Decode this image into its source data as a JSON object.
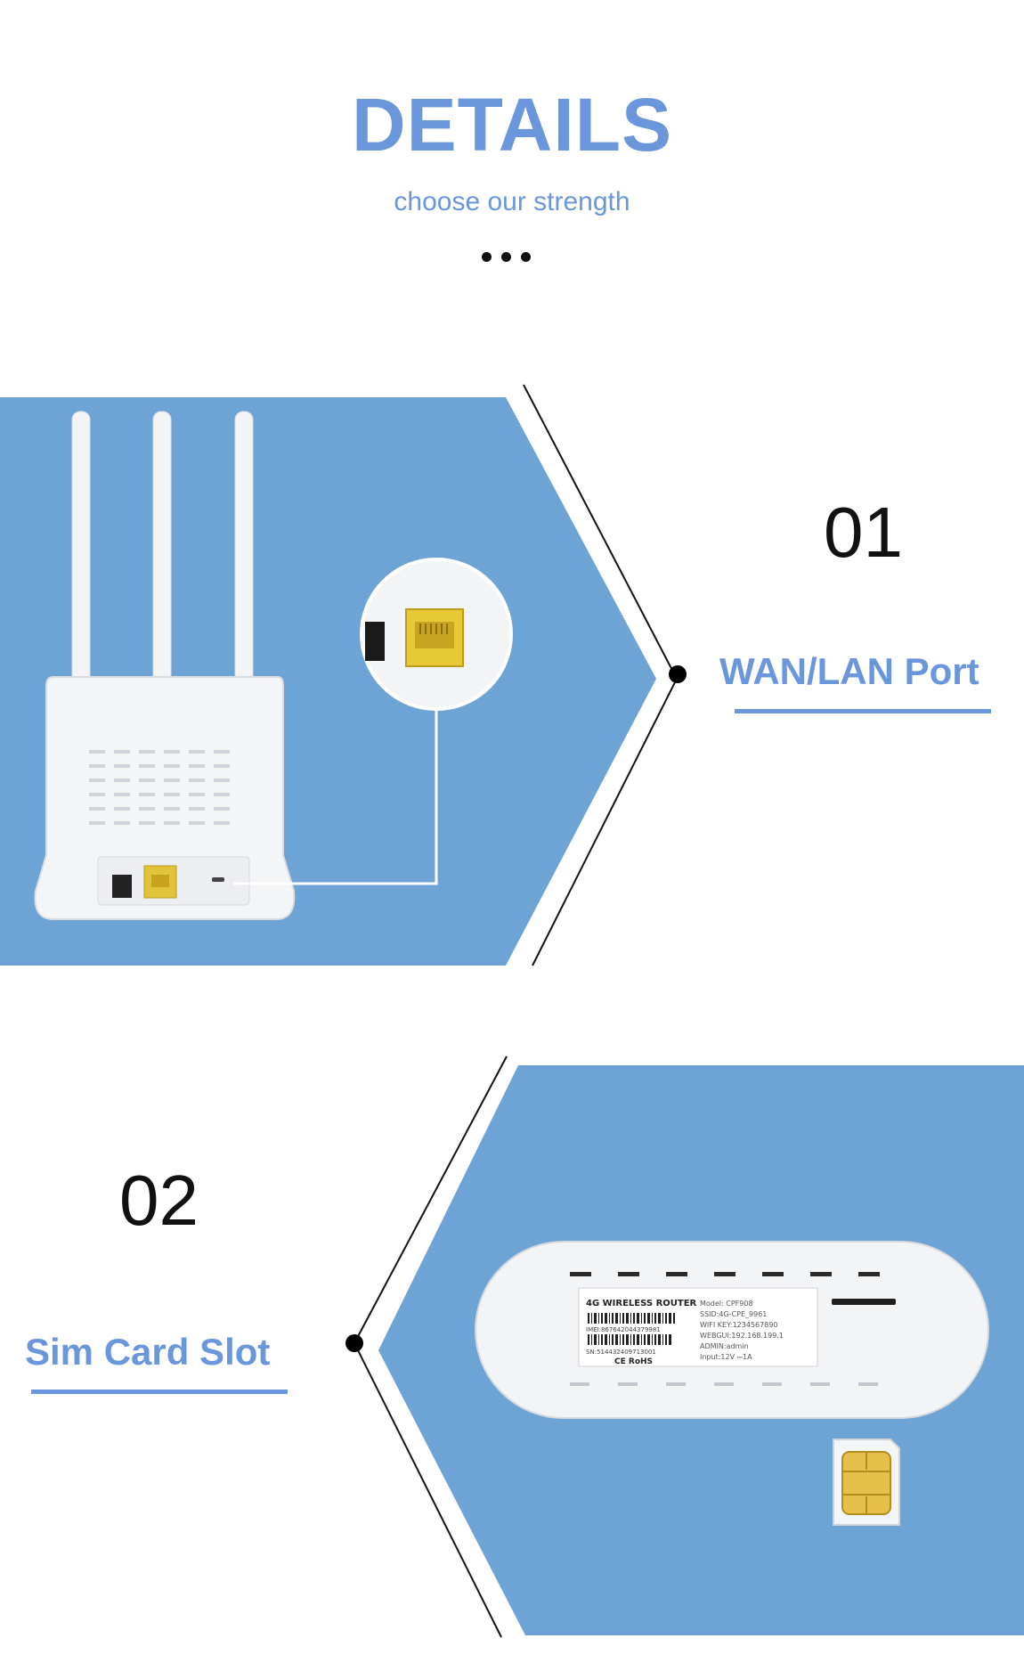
{
  "header": {
    "title": "DETAILS",
    "subtitle": "choose our strength"
  },
  "features": [
    {
      "number": "01",
      "label": "WAN/LAN Port"
    },
    {
      "number": "02",
      "label": "Sim Card Slot"
    }
  ],
  "sim_sticker": {
    "brand": "4G WIRELESS ROUTER",
    "model": "Model: CPF908",
    "ssid": "SSID:4G-CPE_9961",
    "wifi_key": "WIFI KEY:1234567890",
    "webgui": "WEBGUI:192.168.199.1",
    "admin": "ADMIN:admin",
    "input": "Input:12V ⎓1A",
    "imei": "IMEI:867642044379981",
    "sn": "SN:514432409713001",
    "marks": "CE  RoHS"
  },
  "port_label": "WAN/LAN",
  "colors": {
    "accent": "#6a96dc",
    "panel": "#6ea3d5"
  }
}
